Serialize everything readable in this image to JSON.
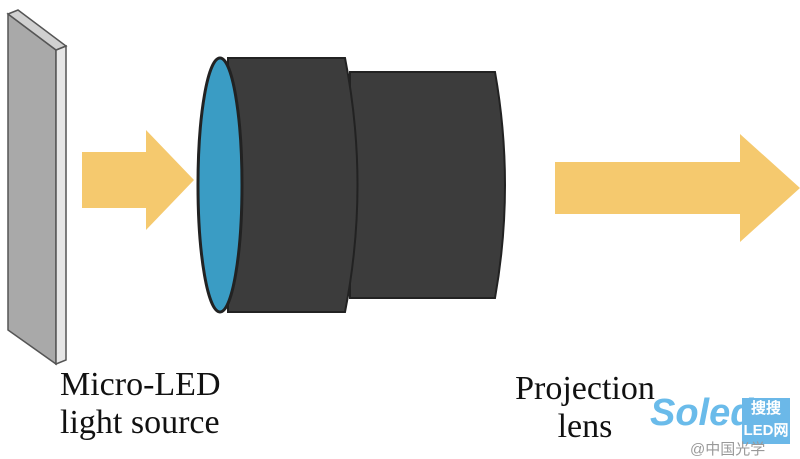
{
  "labels": {
    "source_line1": "Micro-LED",
    "source_line2": "light source",
    "lens_line1": "Projection",
    "lens_line2": "lens"
  },
  "colors": {
    "arrow": "#f5c96e",
    "lens_body": "#3c3c3c",
    "lens_glass": "#3a9cc4",
    "panel": "#a9a9a9"
  },
  "watermark": {
    "brand": "Soled",
    "badge_top": "搜搜",
    "badge_bottom": "LED网",
    "sub": "@中国光学"
  }
}
